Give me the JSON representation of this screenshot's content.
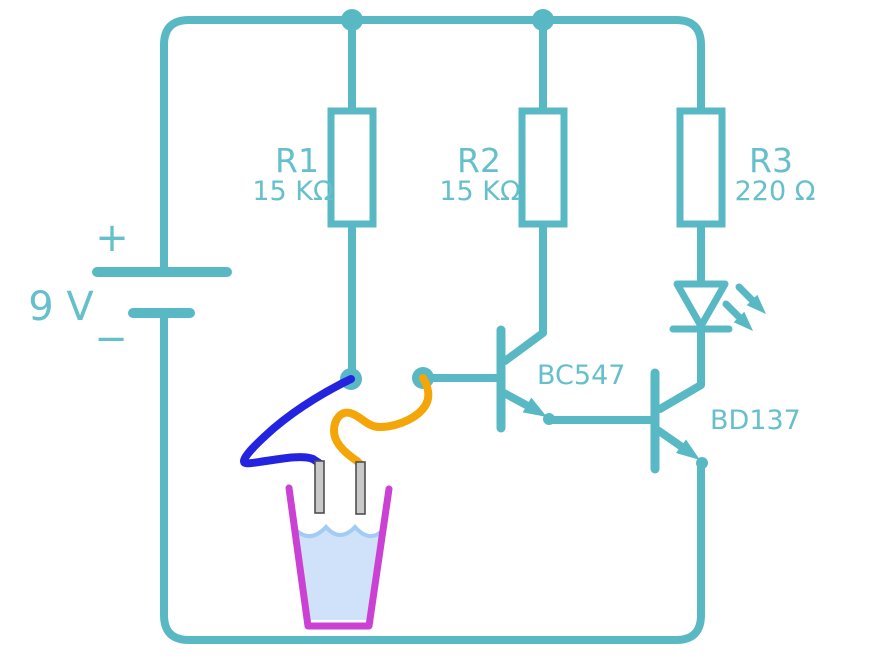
{
  "colors": {
    "wire": "#58b9c5",
    "label": "#66c0cb",
    "component_fill": "#ffffff",
    "blue_wire": "#2424e0",
    "orange_wire": "#f4a609",
    "cup": "#cb41d3",
    "water_fill": "#cfe2fa",
    "water_edge": "#a3cbf4",
    "probe_fill": "#c9c9c9",
    "probe_border": "#4f4f4f"
  },
  "battery": {
    "label": "9 V",
    "plus": "+",
    "minus": "−"
  },
  "resistors": [
    {
      "name": "R1",
      "value": "15 KΩ"
    },
    {
      "name": "R2",
      "value": "15 KΩ"
    },
    {
      "name": "R3",
      "value": "220 Ω"
    }
  ],
  "transistors": [
    {
      "name": "BC547"
    },
    {
      "name": "BD137"
    }
  ]
}
